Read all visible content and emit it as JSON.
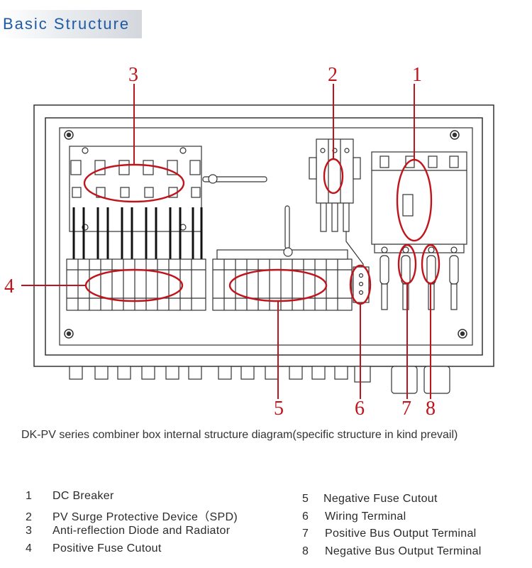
{
  "header": {
    "title": "Basic Structure"
  },
  "callouts": [
    "1",
    "2",
    "3",
    "4",
    "5",
    "6",
    "7",
    "8"
  ],
  "caption": "DK-PV series combiner box internal structure diagram(specific structure in kind prevail)",
  "legend": [
    {
      "num": "1",
      "label": "DC Breaker"
    },
    {
      "num": "2",
      "label": "PV Surge Protective Device（SPD)"
    },
    {
      "num": "3",
      "label": "Anti-reflection Diode and Radiator"
    },
    {
      "num": "4",
      "label": "Positive Fuse Cutout"
    },
    {
      "num": "5",
      "label": "Negative Fuse Cutout"
    },
    {
      "num": "6",
      "label": "Wiring Terminal"
    },
    {
      "num": "7",
      "label": "Positive Bus Output Terminal"
    },
    {
      "num": "8",
      "label": "Negative Bus Output Terminal"
    }
  ],
  "colors": {
    "accent_red": "#c0141c",
    "title_blue": "#1f5aa6",
    "line": "#333333"
  }
}
